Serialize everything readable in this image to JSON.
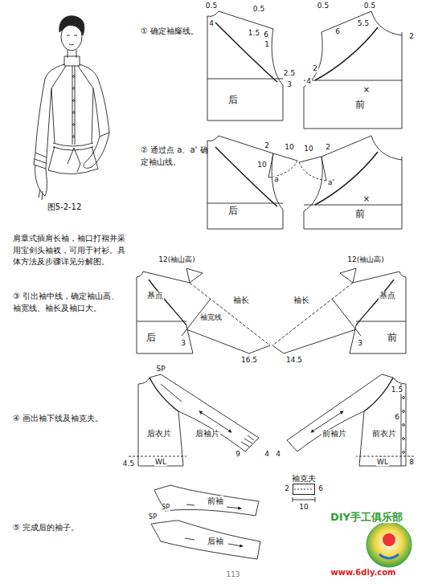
{
  "diagram": {
    "caption": "图5-2-12",
    "nodes": [
      {
        "text": [
          "袖克夫"
        ]
      },
      {
        "text": [
          "前袖"
        ]
      },
      {
        "text": [
          "后袖"
        ]
      }
    ],
    "labels": [
      "① 确定袖窿线。",
      "② 通过点 a、a' 确定袖山线。",
      "肩章式插肩长袖，袖口打褶并采用宝剑头袖衩，可用于衬衫。具体方法及步骤详见分解图。",
      "③ 引出袖中线，确定袖山高、袖宽线、袖长及袖口大。",
      "④ 画出袖下线及袖克夫。",
      "⑤ 完成后的袖子。",
      "0.5",
      "4",
      "0.5",
      "1.5",
      "6",
      "1",
      "2.5",
      "3",
      "后",
      "0.5",
      "0.5",
      "6",
      "5.5",
      "2",
      "2",
      "4",
      "前",
      "×",
      "2",
      "10",
      "10",
      "a",
      "2",
      "10",
      "a'",
      "后",
      "前",
      "×",
      "12(袖山高)",
      "基点",
      "袖长",
      "袖宽线",
      "后",
      "3",
      "16.5",
      "14.5",
      "袖长",
      "12(袖山高)",
      "基点",
      "前",
      "3",
      "SP",
      "后衣片",
      "后袖片",
      "9",
      "4.5",
      "WL",
      "4",
      "4",
      "前袖片",
      "前衣片",
      "1.5",
      "6",
      "WL",
      "8",
      "2",
      "6",
      "10",
      "SP",
      "SP",
      "DIY手工俱乐部",
      "www.6diy.com",
      "113"
    ]
  }
}
